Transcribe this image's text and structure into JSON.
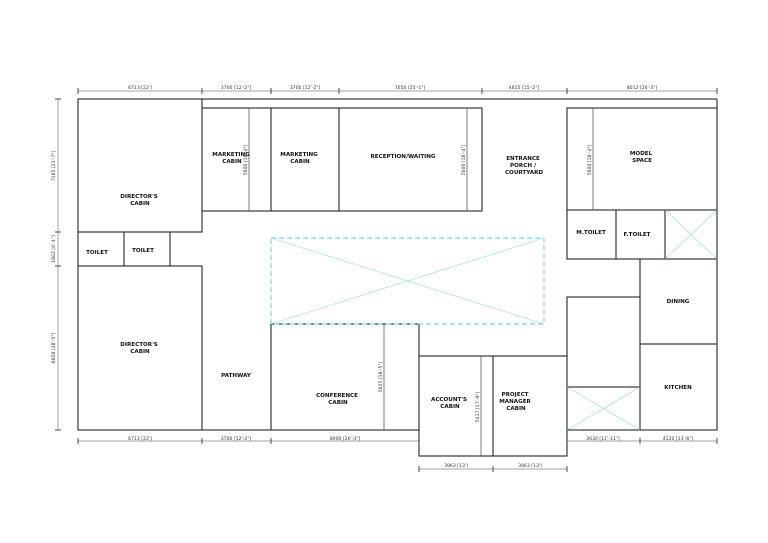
{
  "rooms": {
    "directors_cabin_1": [
      "DIRECTOR'S",
      "CABIN"
    ],
    "directors_cabin_2": [
      "DIRECTOR'S",
      "CABIN"
    ],
    "toilet_1": [
      "TOILET"
    ],
    "toilet_2": [
      "TOILET"
    ],
    "marketing_cabin_1": [
      "MARKETING",
      "CABIN"
    ],
    "marketing_cabin_2": [
      "MARKETING",
      "CABIN"
    ],
    "reception": [
      "RECEPTION/WAITING"
    ],
    "entrance": [
      "ENTRANCE",
      "PORCH /",
      "COURTYARD"
    ],
    "model_space": [
      "MODEL",
      "SPACE"
    ],
    "m_toilet": [
      "M.TOILET"
    ],
    "f_toilet": [
      "F.TOILET"
    ],
    "dining": [
      "DINING"
    ],
    "kitchen": [
      "KITCHEN"
    ],
    "pathway": [
      "PATHWAY"
    ],
    "conference": [
      "CONFERENCE",
      "CABIN"
    ],
    "accounts": [
      "ACCOUNT'S",
      "CABIN"
    ],
    "project_manager": [
      "PROJECT",
      "MANAGER",
      "CABIN"
    ]
  },
  "dimensions": {
    "top": [
      "6713 [22']",
      "3700 [12'-2\"]",
      "3700 [12'-2\"]",
      "7650 [25'-1\"]",
      "4615 [15'-2\"]",
      "8012 [26'-3\"]"
    ],
    "bottom": [
      "6713 [22']",
      "3700 [12'-2\"]",
      "8000 [26'-3\"]",
      "3630 [11'-11\"]",
      "4120 [13'-6\"]"
    ],
    "bottom_lower": [
      "3963 [13']",
      "3963 [13']"
    ],
    "left": [
      "7185 [23'-7\"]",
      "1862 [6'-1\"]",
      "8658 [28'-5\"]"
    ],
    "internal": [
      "5600 [18'-4\"]",
      "5600 [18'-4\"]",
      "5600 [18'-4\"]",
      "5625 [18'-5\"]",
      "5417 [17'-9\"]"
    ]
  }
}
